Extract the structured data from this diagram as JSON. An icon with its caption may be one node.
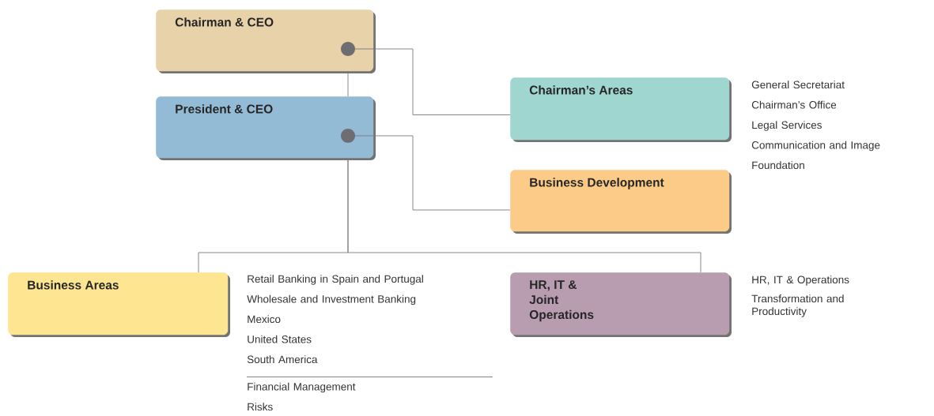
{
  "diagram": {
    "nodes": [
      {
        "text": [
          "Chairman & CEO"
        ]
      },
      {
        "text": [
          "President & CEO"
        ]
      },
      {
        "text": [
          "Chairman’s Areas"
        ],
        "beside": [
          "General Secretariat",
          "Chairman’s Office",
          "Legal Services",
          "Communication and Image",
          "Foundation"
        ]
      },
      {
        "text": [
          "Business Development"
        ]
      },
      {
        "text": [
          "Business Areas"
        ],
        "beside": [
          "Retail Banking in Spain and Portugal",
          "Wholesale and Investment Banking",
          "Mexico",
          "United States",
          "South America",
          "Financial Management",
          "Risks"
        ]
      },
      {
        "text": [
          "HR, IT & Joint Operations"
        ],
        "beside": [
          "HR, IT & Operations",
          "Transformation and Productivity"
        ]
      }
    ],
    "edges": [
      {
        "from": 0,
        "to": 1,
        "arrow": "none"
      },
      {
        "from": 0,
        "to": 2,
        "arrow": "none"
      },
      {
        "from": 1,
        "to": 3,
        "arrow": "none"
      },
      {
        "from": 1,
        "to": 4,
        "arrow": "none"
      },
      {
        "from": 1,
        "to": 5,
        "arrow": "none"
      }
    ]
  }
}
